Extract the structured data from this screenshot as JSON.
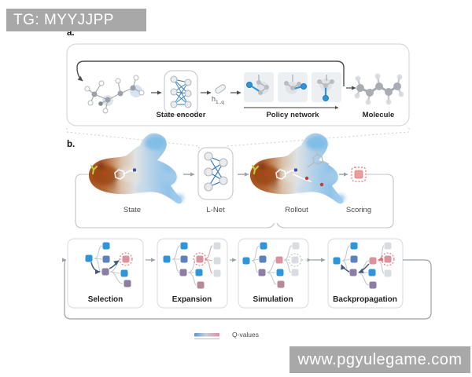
{
  "watermark": {
    "top": "TG: MYYJJPP",
    "bottom": "www.pgyulegame.com"
  },
  "panel_a": {
    "label": "a.",
    "state_encoder_label": "State encoder",
    "hidden_state": {
      "base": "h",
      "sub": "1..q"
    },
    "policy_network_label": "Policy network",
    "molecule_label": "Molecule"
  },
  "panel_b": {
    "label": "b.",
    "state_label": "State",
    "lnet_label": "L-Net",
    "rollout_label": "Rollout",
    "scoring_label": "Scoring",
    "mcts": {
      "selection": "Selection",
      "expansion": "Expansion",
      "simulation": "Simulation",
      "backpropagation": "Backpropagation"
    },
    "legend_label": "Q-values"
  },
  "palette": {
    "node_blue": "#2e96d8",
    "node_blue_muted": "#5c82bd",
    "node_purple": "#8b7da3",
    "node_pink": "#dc929e",
    "node_gray": "#d9dde1",
    "dashed_red": "#e06c75",
    "nn_line_blue": "#2272b5",
    "surface_orange": "#a8521e",
    "surface_blue": "#8fc2e8",
    "qvalue_gradient": [
      "#5a96d8",
      "#c9ced6",
      "#d893a0"
    ],
    "watermark_gray": "#a8a8a8"
  }
}
